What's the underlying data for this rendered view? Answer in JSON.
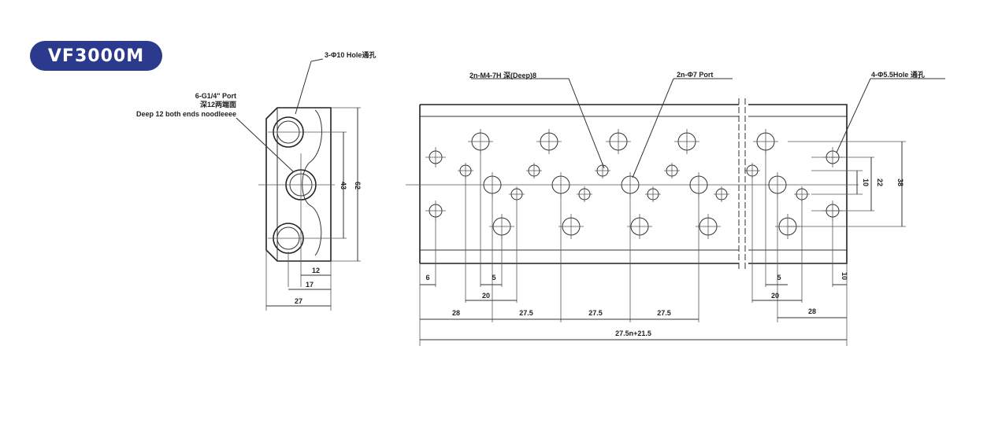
{
  "title": "VF3000M",
  "annotations": {
    "holes_top": "3-Φ10 Hole通孔",
    "port_line1": "6-G1/4\" Port",
    "port_line2": "深12两端面",
    "port_line3": "Deep 12 both ends noodleeee",
    "thread": "2n-M4-7H 深(Deep)8",
    "port_7": "2n-Φ7 Port",
    "holes_55": "4-Φ5.5Hole 通孔"
  },
  "dimensions": {
    "side_43": "43",
    "side_62": "62",
    "side_12": "12",
    "side_17": "17",
    "side_27": "27",
    "d_6": "6",
    "d_5a": "5",
    "d_20a": "20",
    "d_28a": "28",
    "d_275a": "27.5",
    "d_275b": "27.5",
    "d_275c": "27.5",
    "total": "27.5n+21.5",
    "d_5b": "5",
    "d_20b": "20",
    "d_28b": "28",
    "d_10": "10",
    "d_10v": "10",
    "d_22": "22",
    "d_38": "38"
  }
}
